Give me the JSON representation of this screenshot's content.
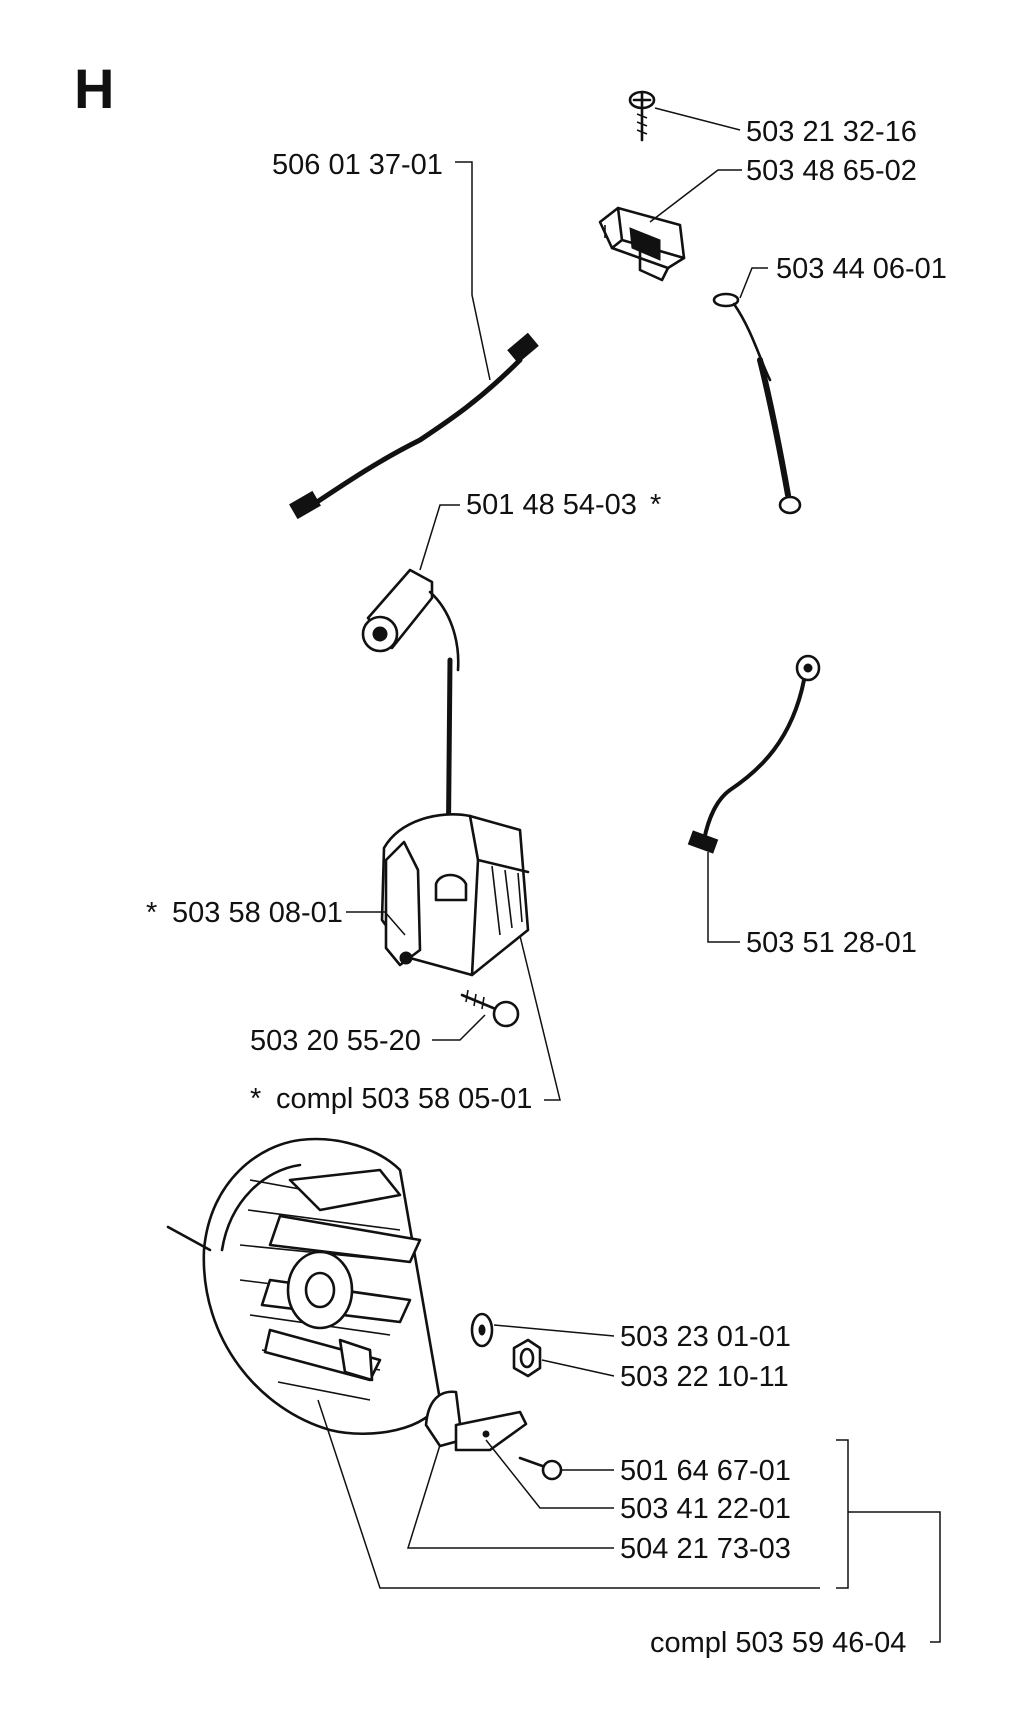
{
  "section_letter": "H",
  "labels": {
    "screw_top": "503 21 32-16",
    "cover": "503 48 65-02",
    "short_cable": "503 44 06-01",
    "kill_wire": "506 01 37-01",
    "spark_cap": "501 48 54-03",
    "spark_cap_mark": "*",
    "coil": "503 58 08-01",
    "coil_mark": "*",
    "ground_cable": "503 51 28-01",
    "coil_bolt": "503 20 55-20",
    "coil_compl": "compl 503 58 05-01",
    "coil_compl_mark": "*",
    "washer": "503 23 01-01",
    "nut": "503 22 10-11",
    "pawl_screw": "501 64 67-01",
    "pawl_plate": "503 41 22-01",
    "pawl": "504 21 73-03",
    "flywheel_compl": "compl 503 59 46-04"
  }
}
